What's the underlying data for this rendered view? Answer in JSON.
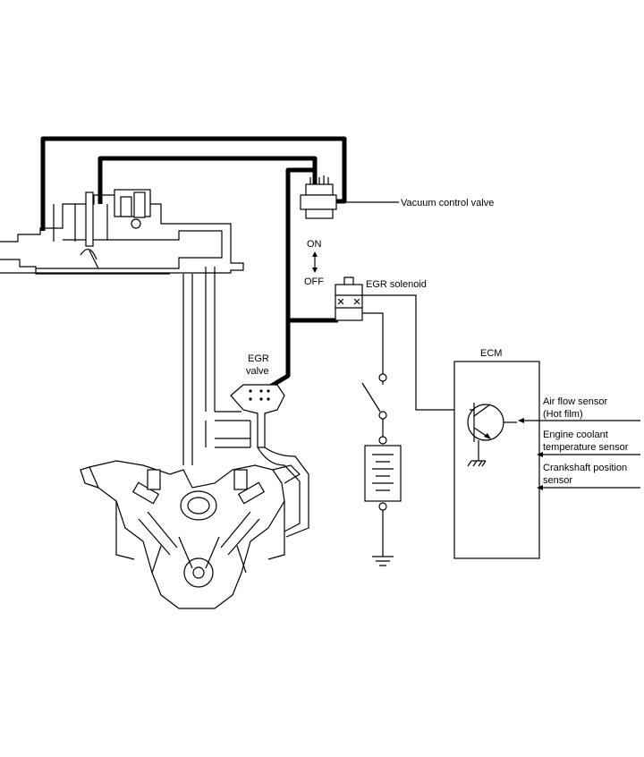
{
  "labels": {
    "vacuum_control_valve": "Vacuum control valve",
    "on": "ON",
    "off": "OFF",
    "egr_solenoid": "EGR solenoid",
    "egr_valve_line1": "EGR",
    "egr_valve_line2": "valve",
    "ecm": "ECM",
    "air_flow_line1": "Air flow sensor",
    "air_flow_line2": "(Hot film)",
    "coolant_line1": "Engine coolant",
    "coolant_line2": "temperature sensor",
    "crank_line1": "Crankshaft position",
    "crank_line2": "sensor"
  }
}
